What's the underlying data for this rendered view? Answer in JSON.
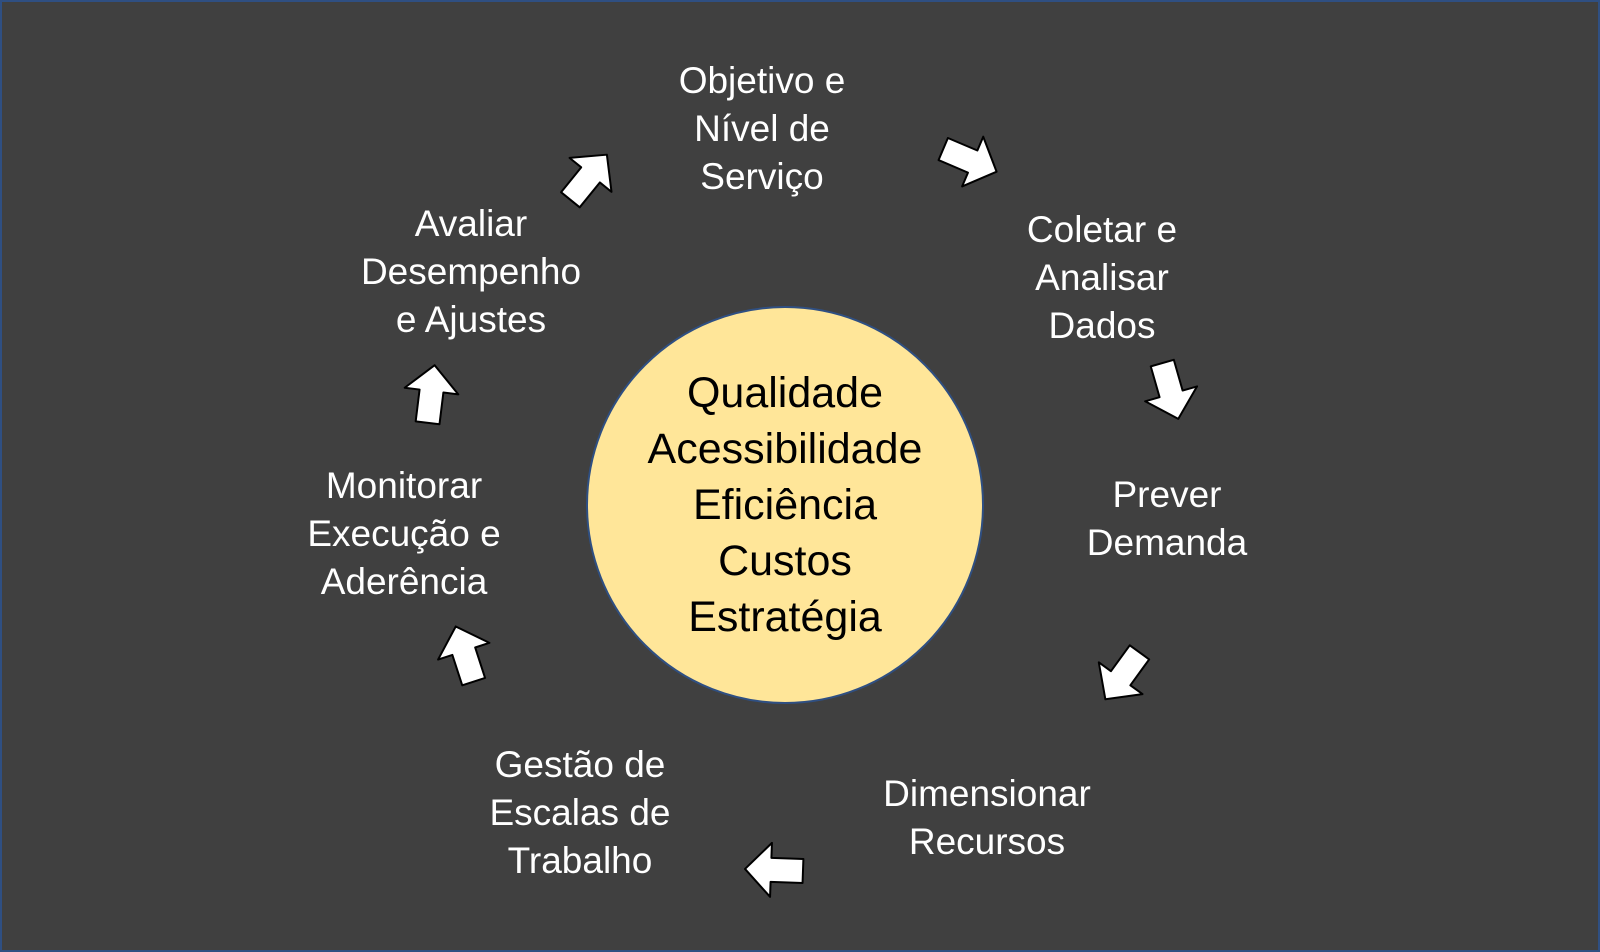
{
  "colors": {
    "background": "#404040",
    "frame_border": "#2f4f82",
    "step_text": "#ffffff",
    "arrow_fill": "#ffffff",
    "arrow_stroke": "#000000",
    "hub_fill": "#ffe699",
    "hub_stroke": "#2f4f82",
    "hub_text": "#000000"
  },
  "hub": {
    "lines": "Qualidade\nAcessibilidade\nEficiência\nCustos\nEstratégia"
  },
  "steps": [
    {
      "id": "objetivo",
      "label": "Objetivo e\nNível de\nServiço"
    },
    {
      "id": "coletar",
      "label": "Coletar e\nAnalisar\nDados"
    },
    {
      "id": "prever",
      "label": "Prever\nDemanda"
    },
    {
      "id": "dimensionar",
      "label": "Dimensionar\nRecursos"
    },
    {
      "id": "gestao",
      "label": "Gestão de\nEscalas de\nTrabalho"
    },
    {
      "id": "monitorar",
      "label": "Monitorar\nExecução e\nAderência"
    },
    {
      "id": "avaliar",
      "label": "Avaliar\nDesempenho\ne Ajustes"
    }
  ],
  "arrows": [
    {
      "id": "objetivo-to-coletar",
      "icon": "arrow-icon"
    },
    {
      "id": "coletar-to-prever",
      "icon": "arrow-icon"
    },
    {
      "id": "prever-to-dimensionar",
      "icon": "arrow-icon"
    },
    {
      "id": "dimensionar-to-gestao",
      "icon": "arrow-icon"
    },
    {
      "id": "gestao-to-monitorar",
      "icon": "arrow-icon"
    },
    {
      "id": "monitorar-to-avaliar",
      "icon": "arrow-icon"
    },
    {
      "id": "avaliar-to-objetivo",
      "icon": "arrow-icon"
    }
  ]
}
